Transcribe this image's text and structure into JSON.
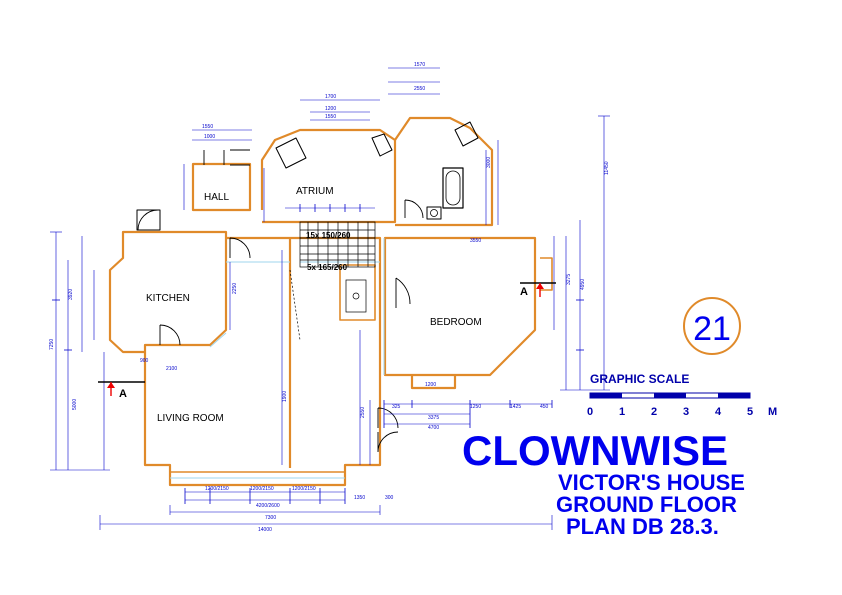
{
  "colors": {
    "wall": "#e08a2a",
    "dimension": "#0000cc",
    "section": "#ee0000",
    "title": "#0000ee"
  },
  "sheet_number": "21",
  "title": {
    "company": "CLOWNWISE",
    "line1": "VICTOR'S HOUSE",
    "line2": "GROUND FLOOR",
    "line3": "PLAN  DB 28.3."
  },
  "graphic_scale": {
    "label": "GRAPHIC SCALE",
    "ticks": [
      "0",
      "1",
      "2",
      "3",
      "4",
      "5"
    ],
    "unit": "M"
  },
  "rooms": {
    "hall": "HALL",
    "atrium": "ATRIUM",
    "kitchen": "KITCHEN",
    "bedroom": "BEDROOM",
    "living": "LIVING ROOM"
  },
  "section_marker": {
    "left": "A",
    "right": "A"
  },
  "stair_notes": {
    "upper": "15x 150/260",
    "lower": "5x 165/260"
  },
  "dimensions": {
    "overall": "14000",
    "living_width": "7300",
    "window_group": "4200/2600",
    "w1": "1200/2150",
    "w2": "1200/2150",
    "w3": "1200/2150",
    "bedroom_top": "3550",
    "bedroom_width": "4700",
    "bedroom_inner": "3375",
    "d_1250": "1250",
    "d_1425": "1425",
    "d_450": "450",
    "d_325": "325",
    "d_1350": "1350",
    "d_300": "300",
    "atrium_top": "1700",
    "atrium_inner": "1200",
    "atrium_1550": "1550",
    "entry_1570": "1570",
    "entry_2550": "2550",
    "hall_1550": "1550",
    "hall_1000": "1000",
    "kitchen_2250": "2250",
    "kitchen_3920": "3920",
    "living_5000": "5000",
    "left_7250": "7250",
    "right_11450": "11450",
    "right_4950": "4950",
    "right_3275": "3275",
    "wc_900": "900",
    "door_1200": "1200",
    "d_1900": "1900",
    "d_2100": "2100",
    "d_3000": "3000",
    "d_2550": "2550"
  }
}
